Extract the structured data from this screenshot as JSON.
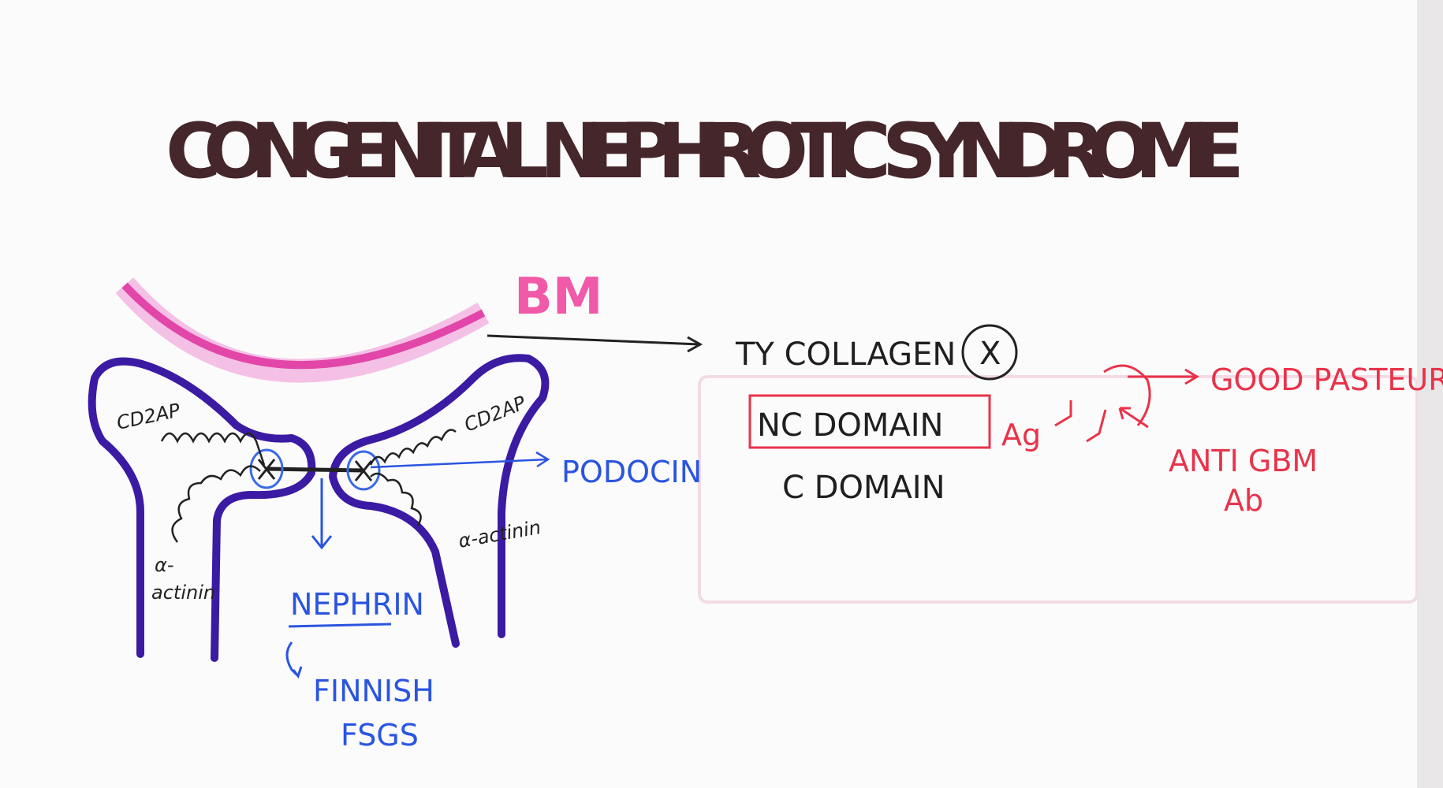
{
  "title": "CONGENITAL NEPHROTIC SYNDROME",
  "labels": {
    "bm": "BM",
    "collagen": "TY COLLAGEN",
    "collagen_symbol": "X",
    "nc_domain": "NC DOMAIN",
    "c_domain": "C DOMAIN",
    "ag": "Ag",
    "good_pasteur": "GOOD PASTEUR",
    "anti_gbm": "ANTI GBM",
    "ab": "Ab",
    "podocin": "PODOCIN",
    "nephrin": "NEPHRIN",
    "finnish": "FINNISH",
    "fsgs": "FSGS",
    "cd2ap_left": "CD2AP",
    "cd2ap_right": "CD2AP",
    "actinin_left_1": "α-",
    "actinin_left_2": "actinin",
    "actinin_right": "α-actinin"
  },
  "colors": {
    "title": "#45262b",
    "ink_black": "#1f1f22",
    "ink_blue": "#2a55e0",
    "ink_red": "#e8334a",
    "podocyte_purple": "#3b1ba3",
    "basement_membrane_pink": "#e246a8"
  }
}
